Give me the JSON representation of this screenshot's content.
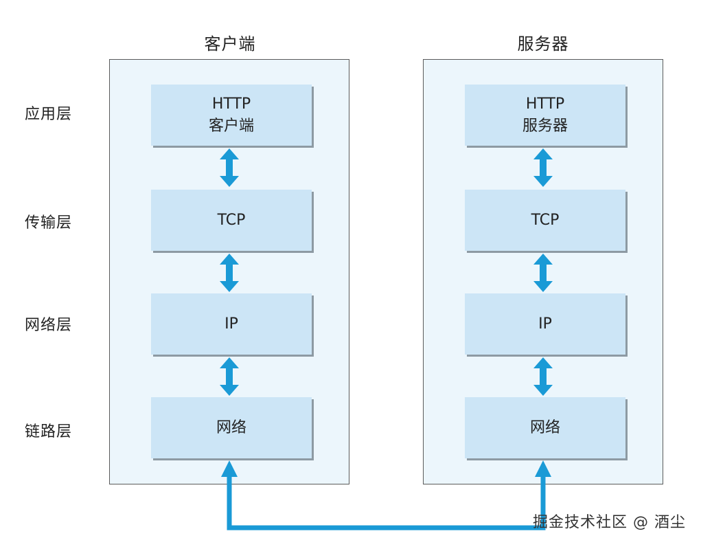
{
  "columns": {
    "client_title": "客户端",
    "server_title": "服务器"
  },
  "layers": {
    "application": "应用层",
    "transport": "传输层",
    "network": "网络层",
    "link": "链路层"
  },
  "client_boxes": {
    "application_line1": "HTTP",
    "application_line2": "客户端",
    "transport": "TCP",
    "network": "IP",
    "link": "网络"
  },
  "server_boxes": {
    "application_line1": "HTTP",
    "application_line2": "服务器",
    "transport": "TCP",
    "network": "IP",
    "link": "网络"
  },
  "watermark": "掘金技术社区 @ 酒尘",
  "colors": {
    "panel_bg": "#ecf6fc",
    "box_bg": "#cce5f6",
    "arrow": "#1a9ad6"
  }
}
